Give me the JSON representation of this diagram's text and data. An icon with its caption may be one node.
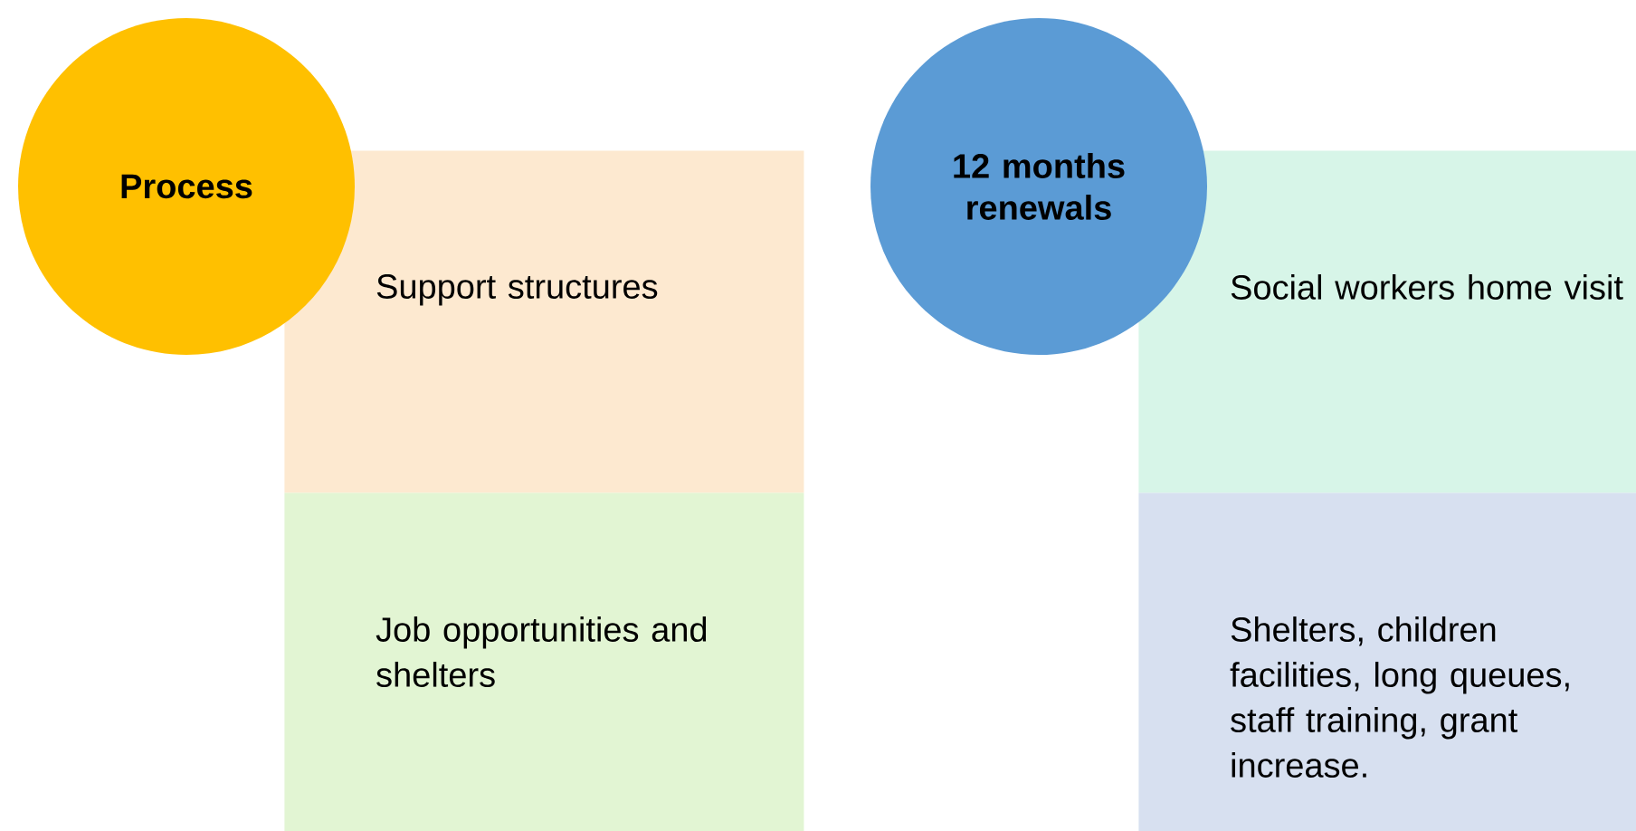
{
  "diagram": {
    "nodes": [
      {
        "text": [
          "Process"
        ]
      },
      {
        "text": [
          "Support structures"
        ]
      },
      {
        "text": [
          "Job opportunities and shelters"
        ]
      },
      {
        "text": [
          "12 months renewals"
        ]
      },
      {
        "text": [
          "Social workers home visit"
        ]
      },
      {
        "text": [
          "Shelters, children facilities, long queues, staff training, grant increase."
        ]
      }
    ]
  }
}
